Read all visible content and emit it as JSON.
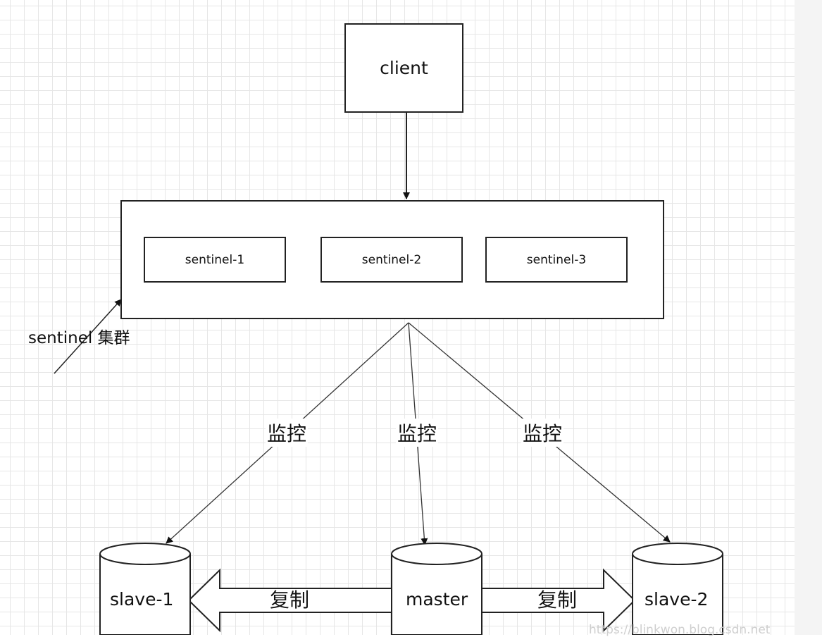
{
  "diagram": {
    "client_label": "client",
    "cluster_label": "sentinel 集群",
    "sentinels": [
      "sentinel-1",
      "sentinel-2",
      "sentinel-3"
    ],
    "monitor_labels": [
      "监控",
      "监控",
      "监控"
    ],
    "nodes": {
      "slave1": "slave-1",
      "master": "master",
      "slave2": "slave-2"
    },
    "replicate_labels": [
      "复制",
      "复制"
    ]
  },
  "watermark": "https://blinkwon.blog.csdn.net",
  "colors": {
    "grid": "#e6e6e6",
    "stroke": "#222222",
    "background": "#ffffff"
  }
}
